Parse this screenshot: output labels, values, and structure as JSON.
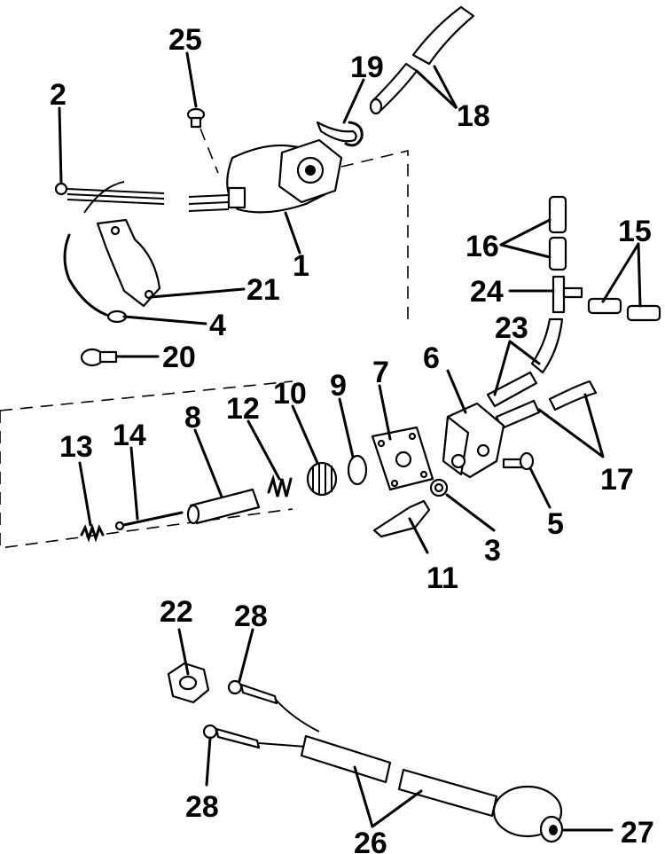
{
  "labels": [
    {
      "text": "25"
    },
    {
      "text": "19"
    },
    {
      "text": "2"
    },
    {
      "text": "18"
    },
    {
      "text": "16"
    },
    {
      "text": "15"
    },
    {
      "text": "1"
    },
    {
      "text": "24"
    },
    {
      "text": "21"
    },
    {
      "text": "23"
    },
    {
      "text": "4"
    },
    {
      "text": "6"
    },
    {
      "text": "20"
    },
    {
      "text": "7"
    },
    {
      "text": "9"
    },
    {
      "text": "10"
    },
    {
      "text": "12"
    },
    {
      "text": "8"
    },
    {
      "text": "14"
    },
    {
      "text": "13"
    },
    {
      "text": "17"
    },
    {
      "text": "5"
    },
    {
      "text": "3"
    },
    {
      "text": "11"
    },
    {
      "text": "22"
    },
    {
      "text": "28"
    },
    {
      "text": "28"
    },
    {
      "text": "26"
    },
    {
      "text": "27"
    }
  ]
}
